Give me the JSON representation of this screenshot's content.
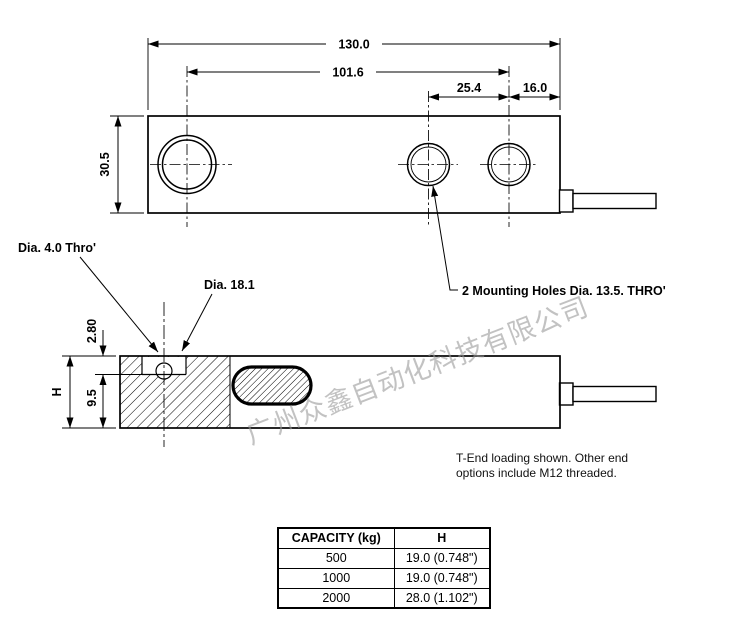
{
  "watermark": "广州众鑫自动化科技有限公司",
  "drawing": {
    "top_view": {
      "dim_overall_length": "130.0",
      "dim_hole_to_hole": "101.6",
      "dim_mount_hole_spacing": "25.4",
      "dim_end_offset": "16.0",
      "dim_body_width": "30.5"
    },
    "side_view": {
      "dim_counterbore_depth": "2.80",
      "dim_web_height": "9.5",
      "dim_overall_height": "H"
    },
    "labels": {
      "small_hole": "Dia. 4.0 Thro'",
      "counterbore": "Dia. 18.1",
      "mounting_holes": "2 Mounting Holes Dia. 13.5. THRO'"
    },
    "note": {
      "line1": "T-End loading shown. Other end",
      "line2": "options include M12 threaded."
    }
  },
  "table": {
    "headers": [
      "CAPACITY (kg)",
      "H"
    ],
    "rows": [
      [
        "500",
        "19.0 (0.748\")"
      ],
      [
        "1000",
        "19.0 (0.748\")"
      ],
      [
        "2000",
        "28.0 (1.102\")"
      ]
    ]
  }
}
